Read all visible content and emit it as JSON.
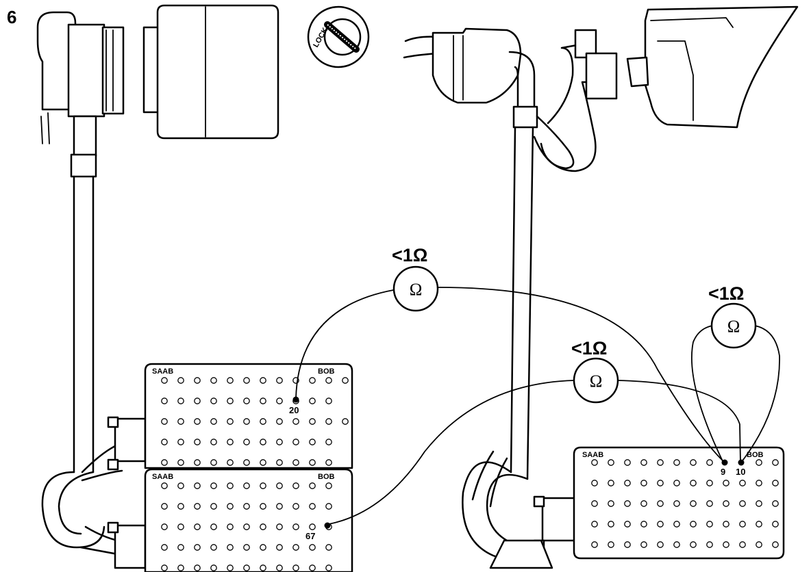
{
  "figure_number": "6",
  "lock_label": "LOCK",
  "meters": [
    {
      "label": "<1Ω",
      "symbol": "Ω"
    },
    {
      "label": "<1Ω",
      "symbol": "Ω"
    },
    {
      "label": "<1Ω",
      "symbol": "Ω"
    }
  ],
  "boards": [
    {
      "brand": "SAAB",
      "tag": "BOB"
    },
    {
      "brand": "SAAB",
      "tag": "BOB"
    },
    {
      "brand": "SAAB",
      "tag": "BOB"
    }
  ],
  "pins": [
    {
      "number": "20"
    },
    {
      "number": "67"
    },
    {
      "number": "9"
    },
    {
      "number": "10"
    }
  ],
  "colors": {
    "ink": "#000000",
    "paper": "#ffffff"
  }
}
